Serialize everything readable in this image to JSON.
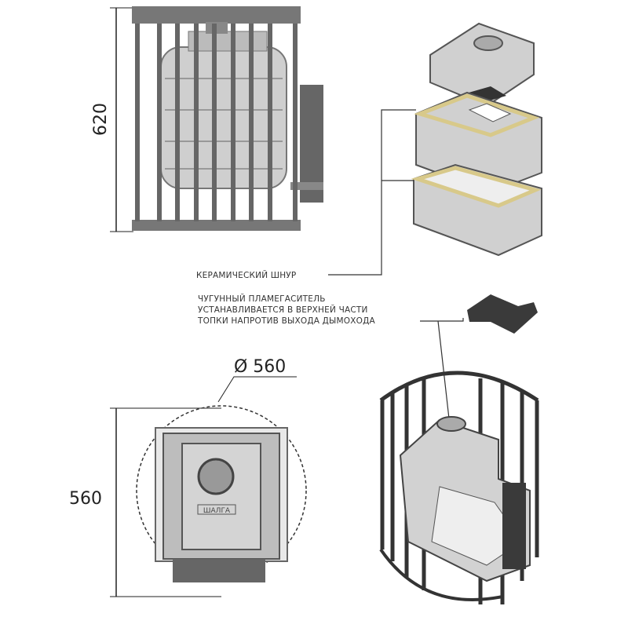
{
  "dimensions": {
    "height": "620",
    "width": "560",
    "diameter": "Ø 560"
  },
  "labels": {
    "ceramic_cord": "КЕРАМИЧЕСКИЙ ШНУР",
    "flame_arrester_lines": [
      "ЧУГУННЫЙ ПЛАМЕГАСИТЕЛЬ",
      "УСТАНАВЛИВАЕТСЯ В ВЕРХНЕЙ ЧАСТИ",
      "ТОПКИ НАПРОТИВ ВЫХОДА ДЫМОХОДА"
    ]
  },
  "logo_text": "ШАЛГА",
  "colors": {
    "metal": "#555555",
    "casting": "#c8c8c8",
    "cord": "#d8c98a"
  }
}
